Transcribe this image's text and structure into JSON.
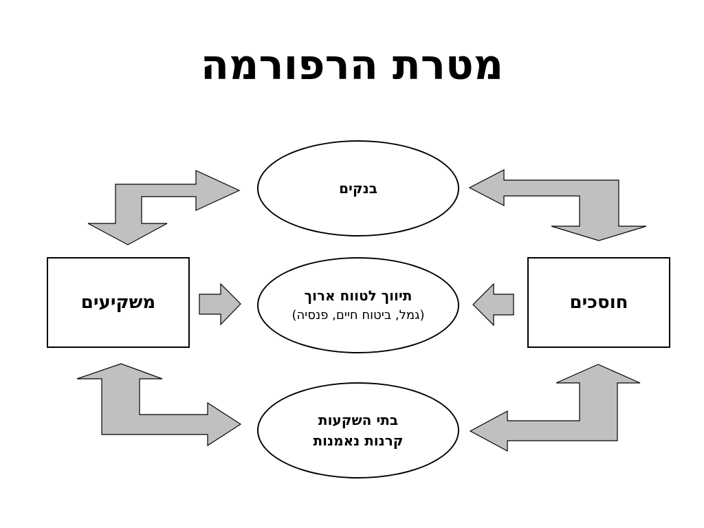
{
  "slide": {
    "title": "מטרת הרפורמה"
  },
  "nodes": {
    "investors": "משקיעים",
    "savers": "חוסכים",
    "banks": "בנקים",
    "long_term_line1": "תיווך לטווח ארוך",
    "long_term_line2": "(גמל, ביטוח חיים, פנסיה)",
    "investment_houses_line1": "בתי השקעות",
    "investment_houses_line2": "קרנות נאמנות"
  },
  "colors": {
    "arrow_fill": "#c0c0c0",
    "stroke": "#000000",
    "background": "#ffffff"
  }
}
